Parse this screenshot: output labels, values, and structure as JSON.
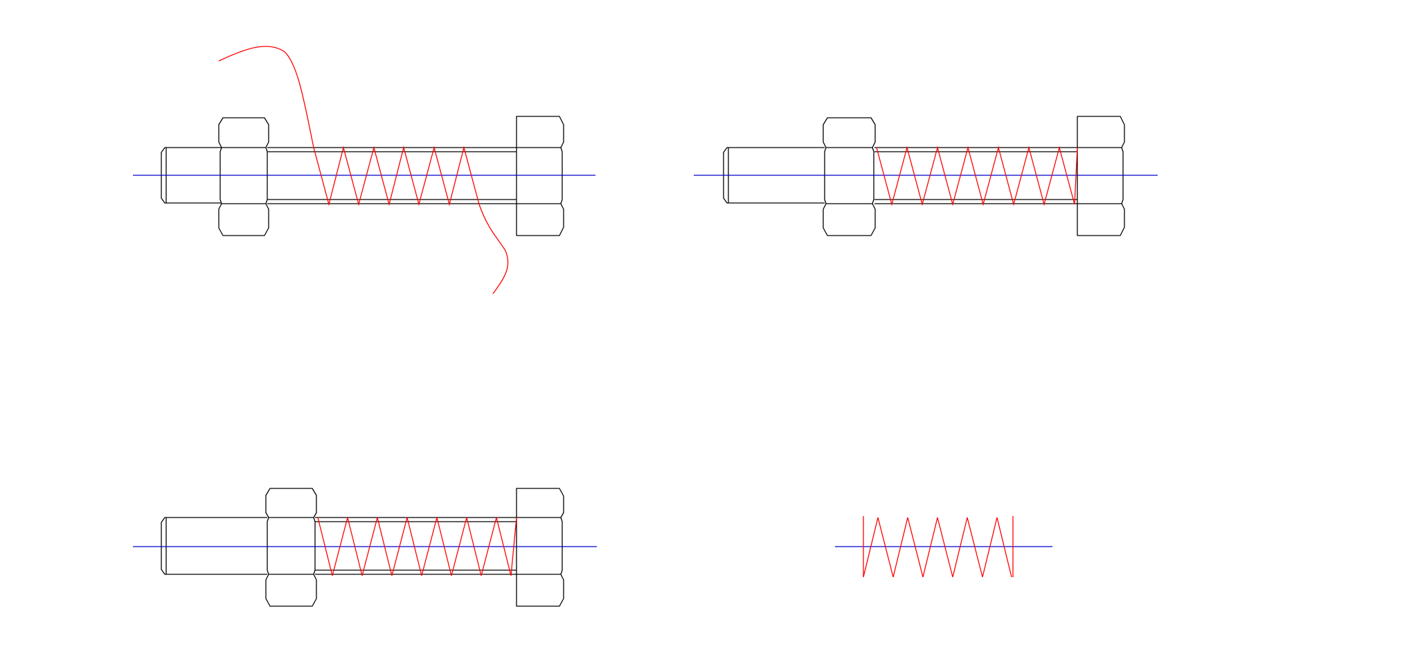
{
  "colors": {
    "background": "#ffffff",
    "outline": "#000000",
    "spring": "#ff0000",
    "axis": "#0000cc"
  },
  "panels": [
    {
      "id": "bolt-spring-curved-arrows",
      "spring_coils": 5,
      "has_curve": true
    },
    {
      "id": "bolt-spring-nut-left",
      "spring_coils": 7,
      "has_curve": false
    },
    {
      "id": "bolt-spring-nut-moved",
      "spring_coils": 7,
      "has_curve": false
    },
    {
      "id": "spring-alone",
      "spring_coils": 5,
      "has_curve": false
    }
  ]
}
